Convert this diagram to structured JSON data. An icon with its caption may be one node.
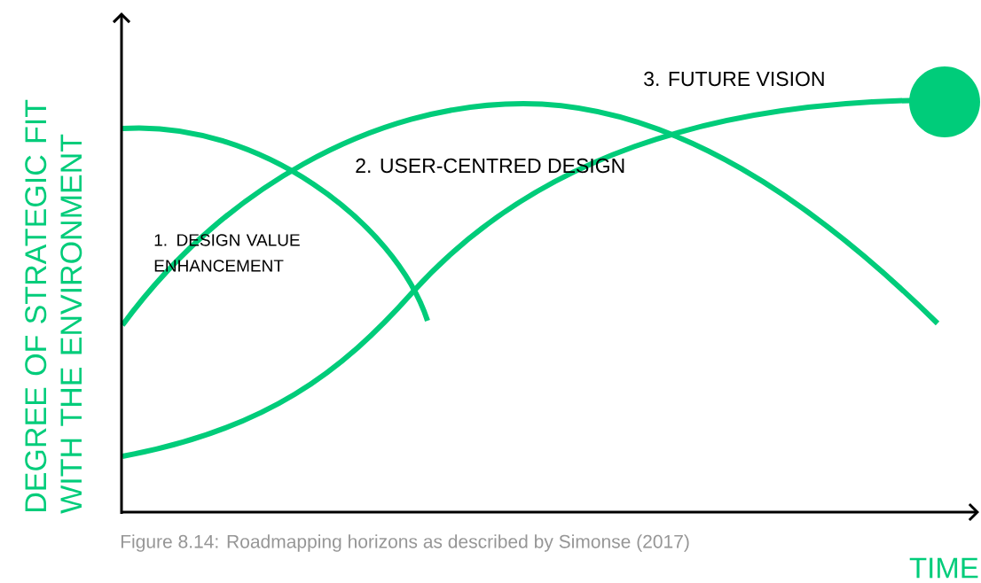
{
  "diagram": {
    "caption": "Figure 8.14: Roadmapping horizons as described by Simonse (2017)",
    "labels": [
      "DEGREE OF STRATEGIC FIT WITH THE ENVIRONMENT",
      "1. DESIGN VALUE ENHANCEMENT",
      "2. USER-CENTRED DESIGN",
      "3. FUTURE VISION",
      "TIME"
    ]
  }
}
